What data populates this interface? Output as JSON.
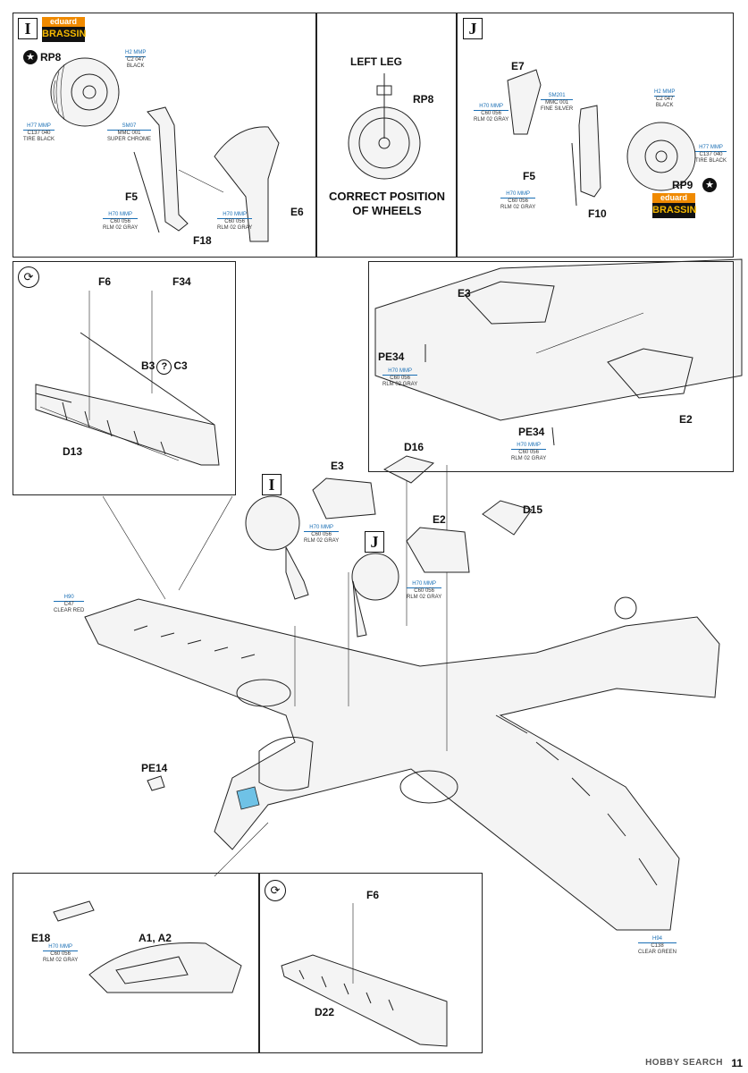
{
  "page": {
    "number": "11",
    "watermark": "HOBBY SEARCH"
  },
  "brassin": {
    "eduard": "eduard",
    "brassin": "BRASSIN"
  },
  "step_i": {
    "label": "I",
    "parts": {
      "rp8": "RP8",
      "f5": "F5",
      "f18": "F18",
      "e6": "E6"
    },
    "colors": {
      "black": {
        "code": "H2 MMP",
        "nums": "C2 047",
        "name": "BLACK"
      },
      "tire": {
        "code": "H77 MMP",
        "nums": "C137 040",
        "name": "TIRE BLACK"
      },
      "chrome": {
        "code": "SM07",
        "nums": "MMC 001",
        "name": "SUPER CHROME"
      },
      "gray1": {
        "code": "H70 MMP",
        "nums": "C60 056",
        "name": "RLM 02 GRAY"
      },
      "gray2": {
        "code": "H70 MMP",
        "nums": "C60 056",
        "name": "RLM 02 GRAY"
      }
    }
  },
  "correct_position": {
    "left_leg": "LEFT LEG",
    "rp8": "RP8",
    "caption": "CORRECT POSITION OF WHEELS"
  },
  "step_j": {
    "label": "J",
    "parts": {
      "e7": "E7",
      "f5": "F5",
      "f10": "F10",
      "rp9": "RP9"
    },
    "colors": {
      "gray1": {
        "code": "H70 MMP",
        "nums": "C60 056",
        "name": "RLM 02 GRAY"
      },
      "silver": {
        "code": "SM201",
        "nums": "MMC 001",
        "name": "FINE SILVER"
      },
      "gray2": {
        "code": "H70 MMP",
        "nums": "C60 056",
        "name": "RLM 02 GRAY"
      },
      "black": {
        "code": "H2 MMP",
        "nums": "C2 047",
        "name": "BLACK"
      },
      "tire": {
        "code": "H77 MMP",
        "nums": "C137 040",
        "name": "TIRE BLACK"
      }
    }
  },
  "wing_left_detail": {
    "f6": "F6",
    "f34": "F34",
    "b3": "B3",
    "c3": "C3",
    "d13": "D13"
  },
  "upper_detail": {
    "e3": "E3",
    "pe34_a": "PE34",
    "pe34_b": "PE34",
    "e2": "E2",
    "gray1": {
      "code": "H70 MMP",
      "nums": "C60 056",
      "name": "RLM 02 GRAY"
    },
    "gray2": {
      "code": "H70 MMP",
      "nums": "C60 056",
      "name": "RLM 02 GRAY"
    }
  },
  "main_view": {
    "d16": "D16",
    "e3": "E3",
    "d15": "D15",
    "e2": "E2",
    "ref_i": "I",
    "ref_j": "J",
    "pe14": "PE14",
    "gray_e3": {
      "code": "H70 MMP",
      "nums": "C60 056",
      "name": "RLM 02 GRAY"
    },
    "gray_e2": {
      "code": "H70 MMP",
      "nums": "C60 056",
      "name": "RLM 02 GRAY"
    },
    "clear_red": {
      "code": "H90",
      "nums": "C47",
      "name": "CLEAR RED"
    },
    "clear_green": {
      "code": "H94",
      "nums": "C138",
      "name": "CLEAR GREEN"
    }
  },
  "bottom_left": {
    "e18": "E18",
    "a1a2": "A1, A2",
    "gray": {
      "code": "H70 MMP",
      "nums": "C60 056",
      "name": "RLM 02 GRAY"
    }
  },
  "bottom_mid": {
    "f6": "F6",
    "d22": "D22"
  },
  "colors": {
    "accent_blue": "#1a6fb5",
    "clear_canopy": "#6fc2e6",
    "brand_orange": "#f08a00",
    "brand_yellow": "#f5b800"
  }
}
